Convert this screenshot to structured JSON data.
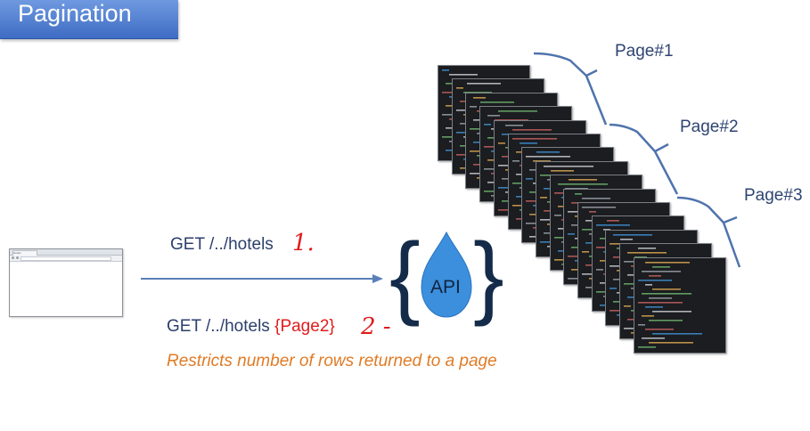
{
  "title": "Pagination",
  "browser": {
    "tab_label": "Hotels"
  },
  "requests": {
    "first": {
      "text": "GET /../hotels",
      "handwritten": "1."
    },
    "second": {
      "text": "GET /../hotels",
      "param": "{Page2}",
      "handwritten": "2 -"
    }
  },
  "note": "Restricts number of rows returned to a page",
  "api": {
    "label": "API",
    "icon": "api-drop-icon"
  },
  "pages": [
    {
      "label": "Page#1"
    },
    {
      "label": "Page#2"
    },
    {
      "label": "Page#3"
    }
  ],
  "colors": {
    "banner": "#4f7fd6",
    "arrow": "#5b7fb8",
    "drop": "#3c8fdc",
    "highlight": "#e01c1c",
    "note": "#e07b25",
    "brackets": "#4f73ad"
  }
}
